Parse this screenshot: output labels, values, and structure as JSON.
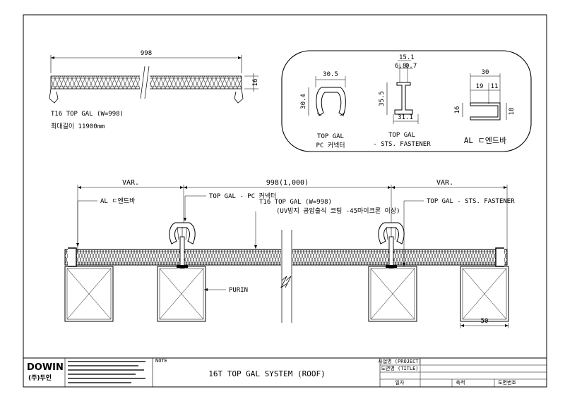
{
  "top_left": {
    "dim_width": "998",
    "dim_height": "16",
    "name": "T16 TOP GAL (W=998)",
    "max_length": "최대길이 11900mm"
  },
  "detail_box": {
    "pc_connector": {
      "w": "30.5",
      "h": "30.4",
      "label1": "TOP GAL",
      "label2": "PC 커넥터"
    },
    "fastener": {
      "top": "15.1",
      "mid_a": "6.8",
      "mid_b": "0.7",
      "h": "35.5",
      "w": "31.1",
      "label1": "TOP GAL",
      "label2": "- STS. FASTENER"
    },
    "end_bar": {
      "w": "30",
      "w1": "19",
      "w2": "11",
      "h_left": "16",
      "h_right": "18",
      "label": "AL ㄷ엔드바"
    }
  },
  "section": {
    "var_left": "VAR.",
    "var_right": "VAR.",
    "width": "998(1,000)",
    "callout_pc": "TOP GAL - PC 커넥터",
    "callout_sheet1": "T16 TOP GAL (W=998)",
    "callout_sheet2": "(UV방지 공압출식 코팅 -45마이크론 이상)",
    "callout_end": "AL ㄷ엔드바",
    "callout_fastener": "TOP GAL - STS. FASTENER",
    "callout_purin": "PURIN",
    "dim_50": "50"
  },
  "title_block": {
    "logo_top": "DOWIN",
    "logo_bottom": "(주)두인",
    "note_label": "NOTE",
    "title": "16T TOP GAL SYSTEM (ROOF)",
    "project_label": "사업명 (PROJECT)",
    "drawing_label": "도면명 (TITLE)",
    "date_label": "일자",
    "scale_label": "축척",
    "number_label": "도면번호"
  }
}
